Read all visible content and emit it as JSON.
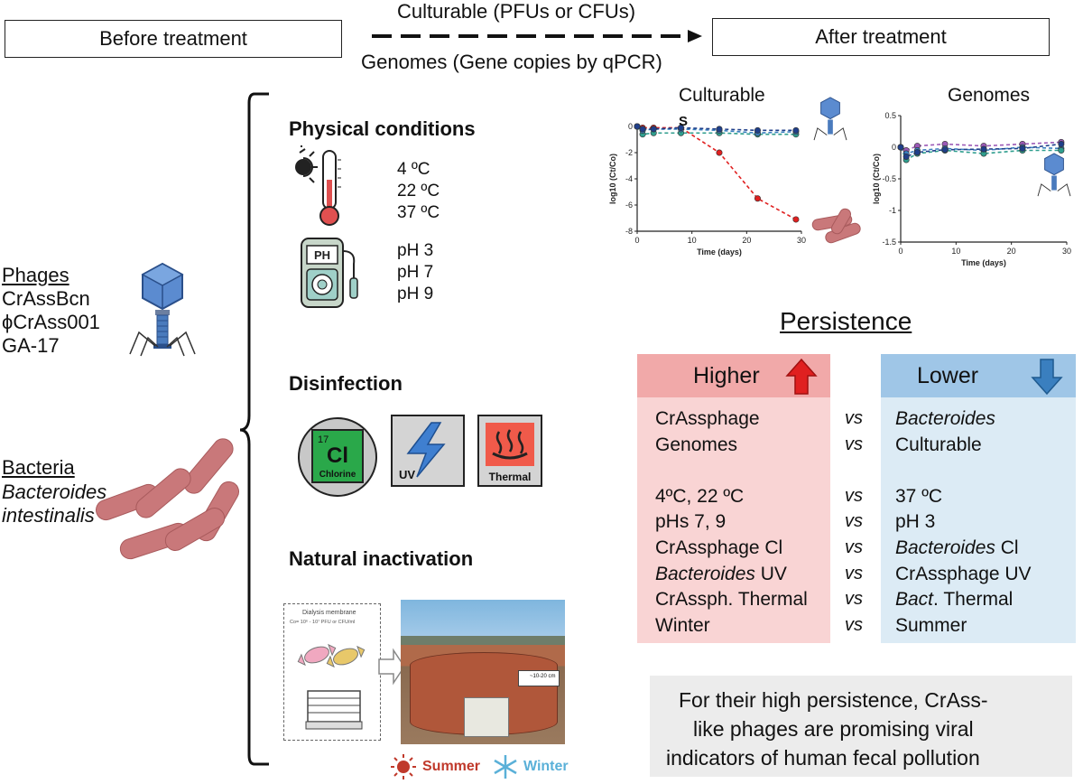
{
  "header": {
    "before": "Before treatment",
    "after": "After treatment",
    "arrow_top": "Culturable (PFUs or CFUs)",
    "arrow_bottom": "Genomes (Gene copies by qPCR)"
  },
  "organisms": {
    "phages_heading": "Phages",
    "phages": [
      "CrAssBcn",
      "ϕCrAss001",
      "GA-17"
    ],
    "bacteria_heading": "Bacteria",
    "bacteria_line1": "Bacteroides",
    "bacteria_line2": "intestinalis"
  },
  "physical": {
    "title": "Physical conditions",
    "temps": [
      "4 ºC",
      "22 ºC",
      "37 ºC"
    ],
    "phs": [
      "pH 3",
      "pH 7",
      "pH 9"
    ],
    "ph_meter_label": "PH"
  },
  "disinfection": {
    "title": "Disinfection",
    "chlorine_mass": "17",
    "chlorine_symbol": "Cl",
    "chlorine_name": "Chlorine",
    "uv": "UV",
    "thermal": "Thermal"
  },
  "natural": {
    "title": "Natural inactivation",
    "membrane_title": "Dialysis membrane",
    "membrane_sub": "Co= 10⁶ - 10⁷ PFU or CFU/ml",
    "depth_label": "~10-20 cm",
    "summer": "Summer",
    "winter": "Winter"
  },
  "charts": {
    "culturable_title": "Culturable",
    "genomes_title": "Genomes",
    "s_marker": "S"
  },
  "chart_data": [
    {
      "type": "line",
      "title": "Culturable",
      "xlabel": "Time (days)",
      "ylabel": "log10 (Ct/Co)",
      "xlim": [
        0,
        30
      ],
      "ylim": [
        -8,
        0
      ],
      "xticks": [
        0,
        10,
        20,
        30
      ],
      "yticks": [
        0,
        -2,
        -4,
        -6,
        -8
      ],
      "x": [
        0,
        1,
        3,
        8,
        15,
        22,
        29
      ],
      "series": [
        {
          "values": [
            0,
            -0.1,
            -0.1,
            -0.1,
            -2.0,
            -5.5,
            -7.1
          ],
          "color": "#e02020"
        },
        {
          "values": [
            0,
            -0.6,
            -0.5,
            -0.5,
            -0.5,
            -0.6,
            -0.6
          ],
          "color": "#2f9e8e"
        },
        {
          "values": [
            0,
            -0.3,
            -0.2,
            -0.2,
            -0.3,
            -0.5,
            -0.4
          ],
          "color": "#3a7fbf"
        },
        {
          "values": [
            0,
            -0.2,
            -0.2,
            -0.1,
            -0.2,
            -0.3,
            -0.3
          ],
          "color": "#1f3f8a"
        }
      ]
    },
    {
      "type": "line",
      "title": "Genomes",
      "xlabel": "Time (days)",
      "ylabel": "log10 (Ct/Co)",
      "xlim": [
        0,
        30
      ],
      "ylim": [
        -1.5,
        0.5
      ],
      "xticks": [
        0,
        10,
        20,
        30
      ],
      "yticks": [
        0.5,
        0.0,
        -0.5,
        -1.0,
        -1.5
      ],
      "x": [
        0,
        1,
        3,
        8,
        15,
        22,
        29
      ],
      "series": [
        {
          "values": [
            0,
            -0.05,
            0.02,
            0.05,
            0.02,
            0.05,
            0.08
          ],
          "color": "#9b59b6"
        },
        {
          "values": [
            0,
            -0.1,
            -0.05,
            -0.02,
            -0.05,
            0.0,
            -0.02
          ],
          "color": "#3a7fbf"
        },
        {
          "values": [
            0,
            -0.2,
            -0.1,
            -0.05,
            -0.1,
            -0.05,
            -0.05
          ],
          "color": "#2f9e8e"
        },
        {
          "values": [
            0,
            -0.15,
            -0.08,
            -0.04,
            -0.03,
            -0.02,
            0.05
          ],
          "color": "#1f3f8a"
        }
      ]
    }
  ],
  "persistence": {
    "title": "Persistence",
    "higher": "Higher",
    "lower": "Lower",
    "vs": "vs",
    "rows": [
      {
        "higher": "CrAssphage",
        "lower": "Bacteroides"
      },
      {
        "higher": "Genomes",
        "lower": "Culturable"
      },
      {
        "higher": "4ºC, 22 ºC",
        "lower": "37 ºC"
      },
      {
        "higher": "pHs 7, 9",
        "lower": "pH 3"
      },
      {
        "higher": "CrAssphage Cl",
        "lower_i": "Bacteroides",
        "lower_r": " Cl"
      },
      {
        "higher_i": "Bacteroides",
        "higher_r": " UV",
        "lower": "CrAssphage UV"
      },
      {
        "higher": "CrAssph. Thermal",
        "lower_i": "Bact",
        "lower_r": ". Thermal"
      },
      {
        "higher": "Winter",
        "lower": "Summer"
      }
    ]
  },
  "conclusion": {
    "line1": "For their high persistence, CrAss-",
    "line2": "like phages are promising viral",
    "line3": "indicators of human fecal pollution"
  },
  "colors": {
    "higher_bg": "#f9d4d4",
    "higher_header": "#f1a9a9",
    "lower_bg": "#dcebf5",
    "lower_header": "#9fc6e7",
    "up_arrow": "#e02020",
    "down_arrow": "#3a7fbf",
    "bacteria": "#c9787a",
    "phage_blue": "#4a7bbd",
    "chlorine_green": "#2aa84a"
  }
}
